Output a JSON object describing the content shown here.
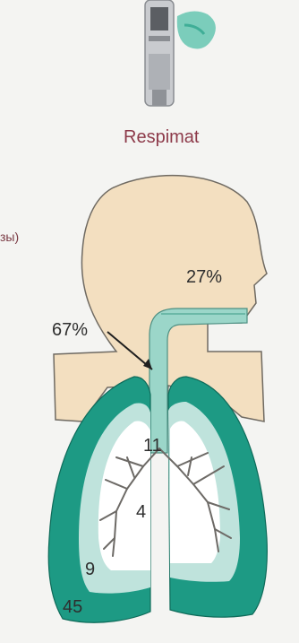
{
  "device_title": "Respimat",
  "side_text": "зы)",
  "deposition": {
    "oropharynx": "27%",
    "device_total": "67%",
    "trachea": "11",
    "central": "4",
    "intermediate": "9",
    "peripheral": "45"
  },
  "colors": {
    "skin": "#f3dfc0",
    "teal_dark": "#1d9a84",
    "teal_light": "#bfe3dc",
    "airway": "#9bd6c9",
    "title": "#8d3a4a"
  },
  "icons": [
    "inhaler-icon"
  ]
}
